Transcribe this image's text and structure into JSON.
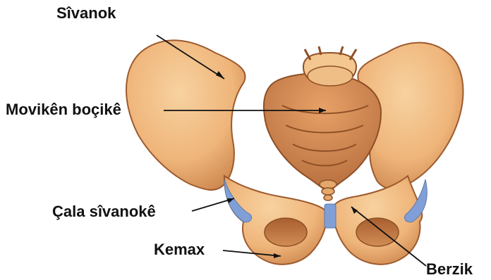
{
  "figure": {
    "labels": {
      "ilium": "Sîvanok",
      "sacrum": "Movikên boçikê",
      "acetabulum": "Çala sîvanokê",
      "ischium": "Kemax",
      "pubic_symphysis": "Berzik"
    },
    "colors": {
      "bone": "#f0b77c",
      "bone_shadow": "#c9824a",
      "bone_dark": "#9d5a2e",
      "cartilage": "#7f9fd6",
      "text": "#111111"
    }
  }
}
